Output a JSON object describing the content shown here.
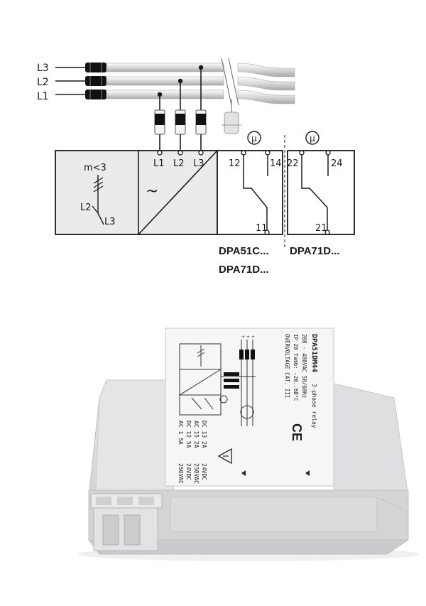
{
  "diagram": {
    "phase_labels": [
      "L3",
      "L2",
      "L1"
    ],
    "terminal_labels": [
      "L1",
      "L2",
      "L3"
    ],
    "relay_symbol": "µ",
    "relay1": {
      "contacts": [
        "12",
        "14"
      ],
      "common": "11"
    },
    "relay2": {
      "contacts": [
        "22",
        "24"
      ],
      "common": "21"
    },
    "module": {
      "condition": "m<3",
      "sensor_labels": [
        "L2",
        "L3"
      ],
      "converter_symbol": "~"
    },
    "models": {
      "left_line1": "DPA51C...",
      "left_line2": "DPA71D...",
      "right_line1": "DPA71D..."
    }
  },
  "device": {
    "label_title": "DPA51DM44",
    "label_subtitle": "3-phase relay",
    "label_lines": [
      "208 - 480VAC 50/60Hz",
      "IP 20   Tamb: -20..60°C",
      "OVERVOLTAGE CAT. III"
    ],
    "ce_mark": "CE",
    "ratings_left": [
      "AC   1  5A",
      "DC  12  5A",
      "AC  15  2A",
      "DC  13  2A"
    ],
    "ratings_right": [
      "250VAC",
      "24VDC",
      "250VAC",
      "24VDC"
    ],
    "icons": [
      "warning-triangle-icon",
      "ground-icon"
    ]
  },
  "colors": {
    "line": "#1a1a1a",
    "device_body": "#d9dadb",
    "label_bg": "#f6f6f6",
    "wire_light": "#eaeaea"
  }
}
